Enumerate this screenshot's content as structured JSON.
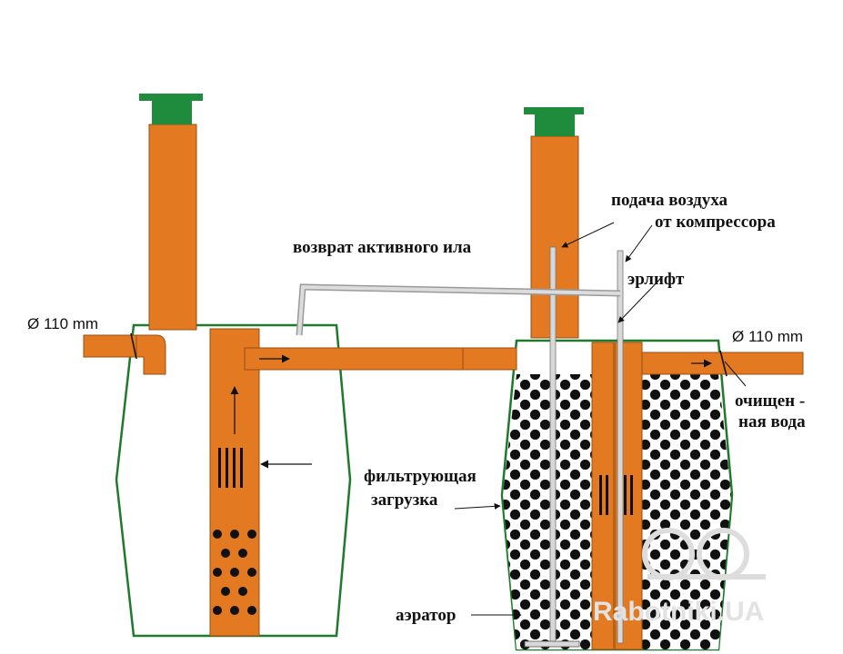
{
  "colors": {
    "pipe": "#E37A22",
    "pipe_edge": "#9a4f12",
    "cap": "#1E8C3C",
    "tank_outline": "#1F7A2E",
    "air_tube": "#D8D8D8",
    "media_dot": "#111111"
  },
  "labels": {
    "inlet_diameter": "Ø 110 mm",
    "outlet_diameter": "Ø 110 mm",
    "sludge_return": "возврат активного ила",
    "air_supply_line1": "подача воздуха",
    "air_supply_line2": "от компрессора",
    "airlift": "эрлифт",
    "filter_media_line1": "фильтрующая",
    "filter_media_line2": "загрузка",
    "aerator": "аэратор",
    "treated_water_line1": "очищен -",
    "treated_water_line2": "ная вода"
  },
  "watermark": {
    "text": "Rabotniki.UA"
  }
}
